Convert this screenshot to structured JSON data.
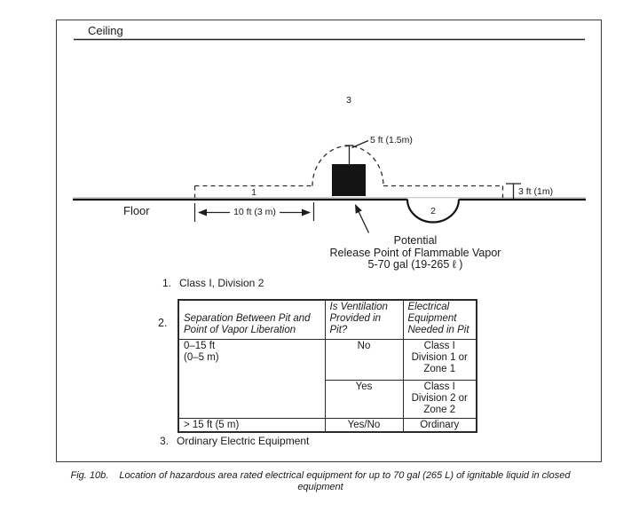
{
  "figure": {
    "diagram": {
      "ceiling_label": "Ceiling",
      "floor_label": "Floor",
      "area_labels": {
        "above_zone": "3",
        "floor_zone": "1",
        "pit_zone": "2"
      },
      "dimensions": {
        "height_above_equipment": "5 ft (1.5m)",
        "zone_height": "3 ft (1m)",
        "floor_radius": "10 ft (3 m)"
      },
      "release_point": {
        "line1": "Potential",
        "line2": "Release Point of Flammable Vapor",
        "line3": "5-70 gal (19-265 ℓ )"
      }
    },
    "notes": {
      "note1": {
        "num": "1.",
        "text": "Class I, Division 2"
      },
      "note2": {
        "num": "2."
      },
      "note3": {
        "num": "3.",
        "text": "Ordinary Electric Equipment"
      }
    },
    "table": {
      "headers": {
        "separation": "Separation Between Pit and\nPoint of Vapor Liberation",
        "ventilation": "Is Ventilation\nProvided in\nPit?",
        "equipment": "Electrical\nEquipment\nNeeded in Pit"
      },
      "rows": {
        "r1c1": "0–15 ft\n(0–5 m)",
        "r1c2": "No",
        "r1c3": "Class I\nDivision 1 or\nZone 1",
        "r2c2": "Yes",
        "r2c3": "Class I\nDivision 2 or\nZone 2",
        "r3c1": "> 15 ft (5 m)",
        "r3c2": "Yes/No",
        "r3c3": "Ordinary"
      }
    }
  },
  "caption": {
    "label": "Fig. 10b.",
    "text": "Location of hazardous area rated electrical equipment for up to 70 gal (265 L) of ignitable liquid in closed equipment"
  },
  "colors": {
    "ink": "#1a1a1a",
    "line": "#222222",
    "equipment_fill": "#141414"
  }
}
